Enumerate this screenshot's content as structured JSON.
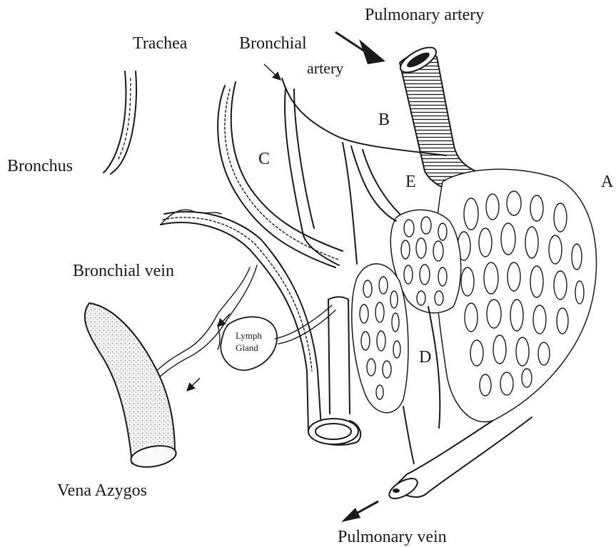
{
  "labels": {
    "pulmonary_artery": "Pulmonary artery",
    "trachea": "Trachea",
    "bronchial": "Bronchial",
    "artery": "artery",
    "bronchus": "Bronchus",
    "bronchial_vein": "Bronchial vein",
    "lymph_gland_1": "Lymph",
    "lymph_gland_2": "Gland",
    "vena_azygos": "Vena Azygos",
    "pulmonary_vein": "Pulmonary vein",
    "a": "A",
    "b": "B",
    "c": "C",
    "d": "D",
    "e": "E"
  }
}
